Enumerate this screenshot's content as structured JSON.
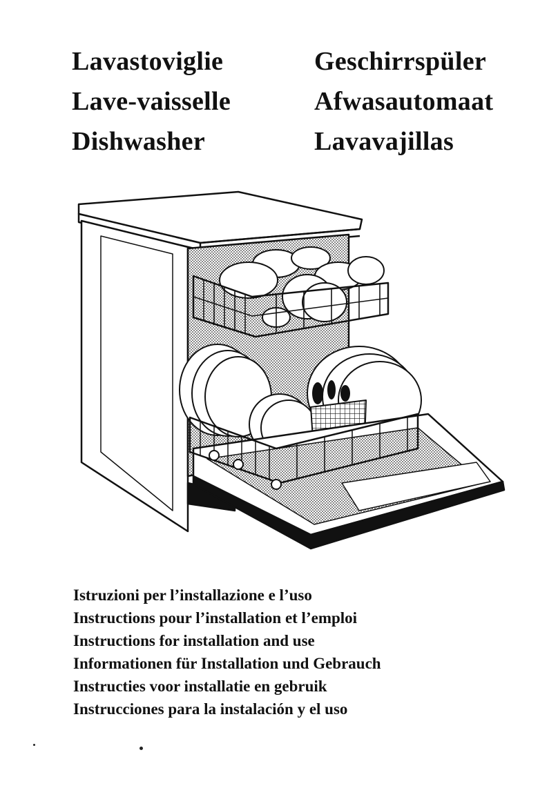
{
  "titles": {
    "left": [
      "Lavastoviglie",
      "Lave-vaisselle",
      "Dishwasher"
    ],
    "right": [
      "Geschirrspüler",
      "Afwasautomaat",
      "Lavavajillas"
    ]
  },
  "illustration": {
    "subject": "dishwasher-with-open-door-and-loaded-racks"
  },
  "instructions": [
    "Istruzioni per l’installazione e l’uso",
    "Instructions pour l’installation et l’emploi",
    "Instructions for installation and use",
    "Informationen für Installation und Gebrauch",
    "Instructies voor installatie en gebruik",
    "Instrucciones para la instalación y el uso"
  ],
  "colors": {
    "ink": "#111111",
    "paper": "#ffffff"
  }
}
